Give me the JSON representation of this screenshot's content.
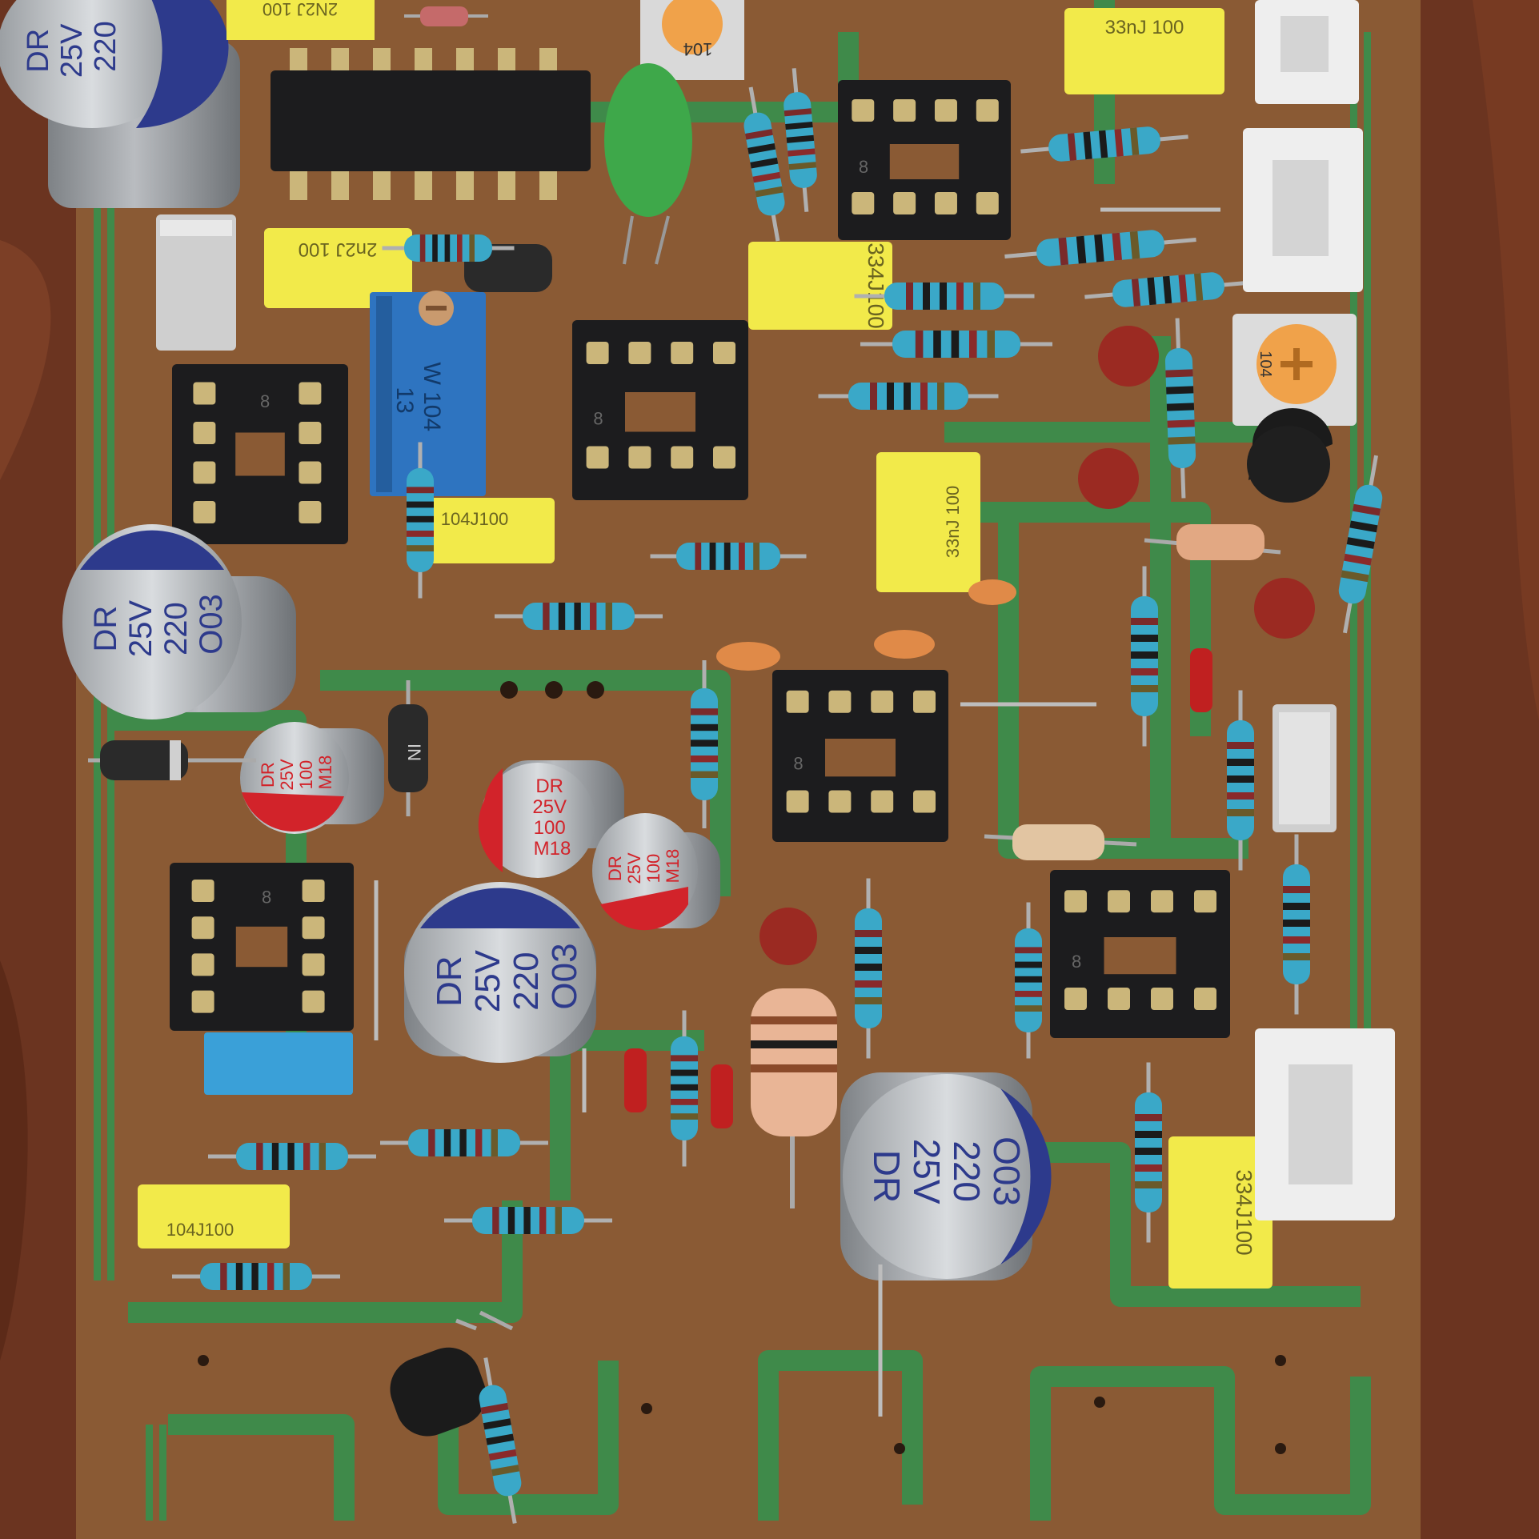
{
  "colors": {
    "table_wood": "#6b3420",
    "board_base": "#8a5a34",
    "trace_green": "#3f8a4a",
    "ic_black": "#1c1c1e",
    "cap_blue": "#2d3a8c",
    "cap_red": "#d2232a",
    "film_yellow": "#f2ea4a",
    "resistor_blue": "#3aa8c8",
    "trimmer_blue": "#2e74c0",
    "connector_white": "#eeeeee"
  },
  "capacitors": {
    "large": {
      "brand": "DR",
      "voltage": "25V",
      "value": "220",
      "code": "O03"
    },
    "small": {
      "brand": "DR",
      "voltage": "25V",
      "value": "100",
      "code": "M18"
    }
  },
  "film_caps": {
    "c2n2_top": "2N2J 100",
    "c33n_top": "33nJ 100",
    "c2n2_left": "2n2J 100",
    "c334_center": "334J100",
    "c104_left": "104J100",
    "c33n_mid": "33nJ 100",
    "c104_bottom": "104J100",
    "c334_right": "334J100"
  },
  "trimmers": {
    "multiturn": "W 104",
    "multiturn_side": "13",
    "small_top": "104",
    "small_right": "104"
  },
  "sockets": {
    "pin_mark": "8"
  },
  "diodes": {
    "main": "IN"
  }
}
